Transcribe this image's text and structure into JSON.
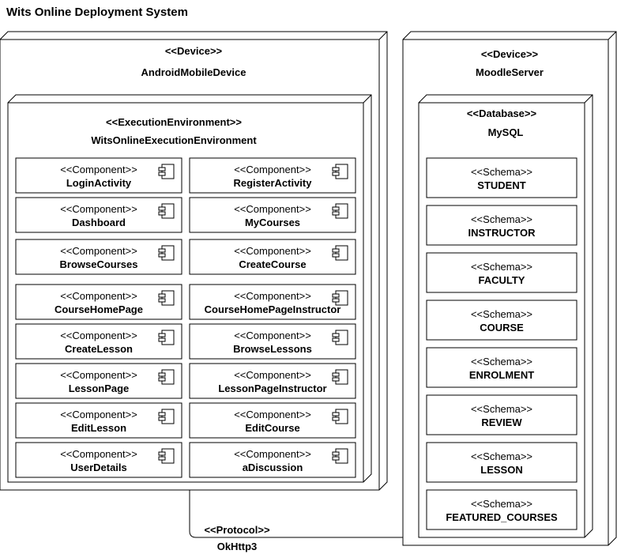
{
  "title": "Wits Online Deployment System",
  "device_left": {
    "stereotype": "<<Device>>",
    "name": "AndroidMobileDevice",
    "environment": {
      "stereotype": "<<ExecutionEnvironment>>",
      "name": "WitsOnlineExecutionEnvironment",
      "component_stereotype": "<<Component>>",
      "components": [
        "LoginActivity",
        "RegisterActivity",
        "Dashboard",
        "MyCourses",
        "BrowseCourses",
        "CreateCourse",
        "CourseHomePage",
        "CourseHomePageInstructor",
        "CreateLesson",
        "BrowseLessons",
        "LessonPage",
        "LessonPageInstructor",
        "EditLesson",
        "EditCourse",
        "UserDetails",
        "aDiscussion"
      ]
    }
  },
  "device_right": {
    "stereotype": "<<Device>>",
    "name": "MoodleServer",
    "database": {
      "stereotype": "<<Database>>",
      "name": "MySQL",
      "schema_stereotype": "<<Schema>>",
      "schemas": [
        "STUDENT",
        "INSTRUCTOR",
        "FACULTY",
        "COURSE",
        "ENROLMENT",
        "REVIEW",
        "LESSON",
        "FEATURED_COURSES"
      ]
    }
  },
  "connection": {
    "stereotype": "<<Protocol>>",
    "name": "OkHttp3"
  }
}
